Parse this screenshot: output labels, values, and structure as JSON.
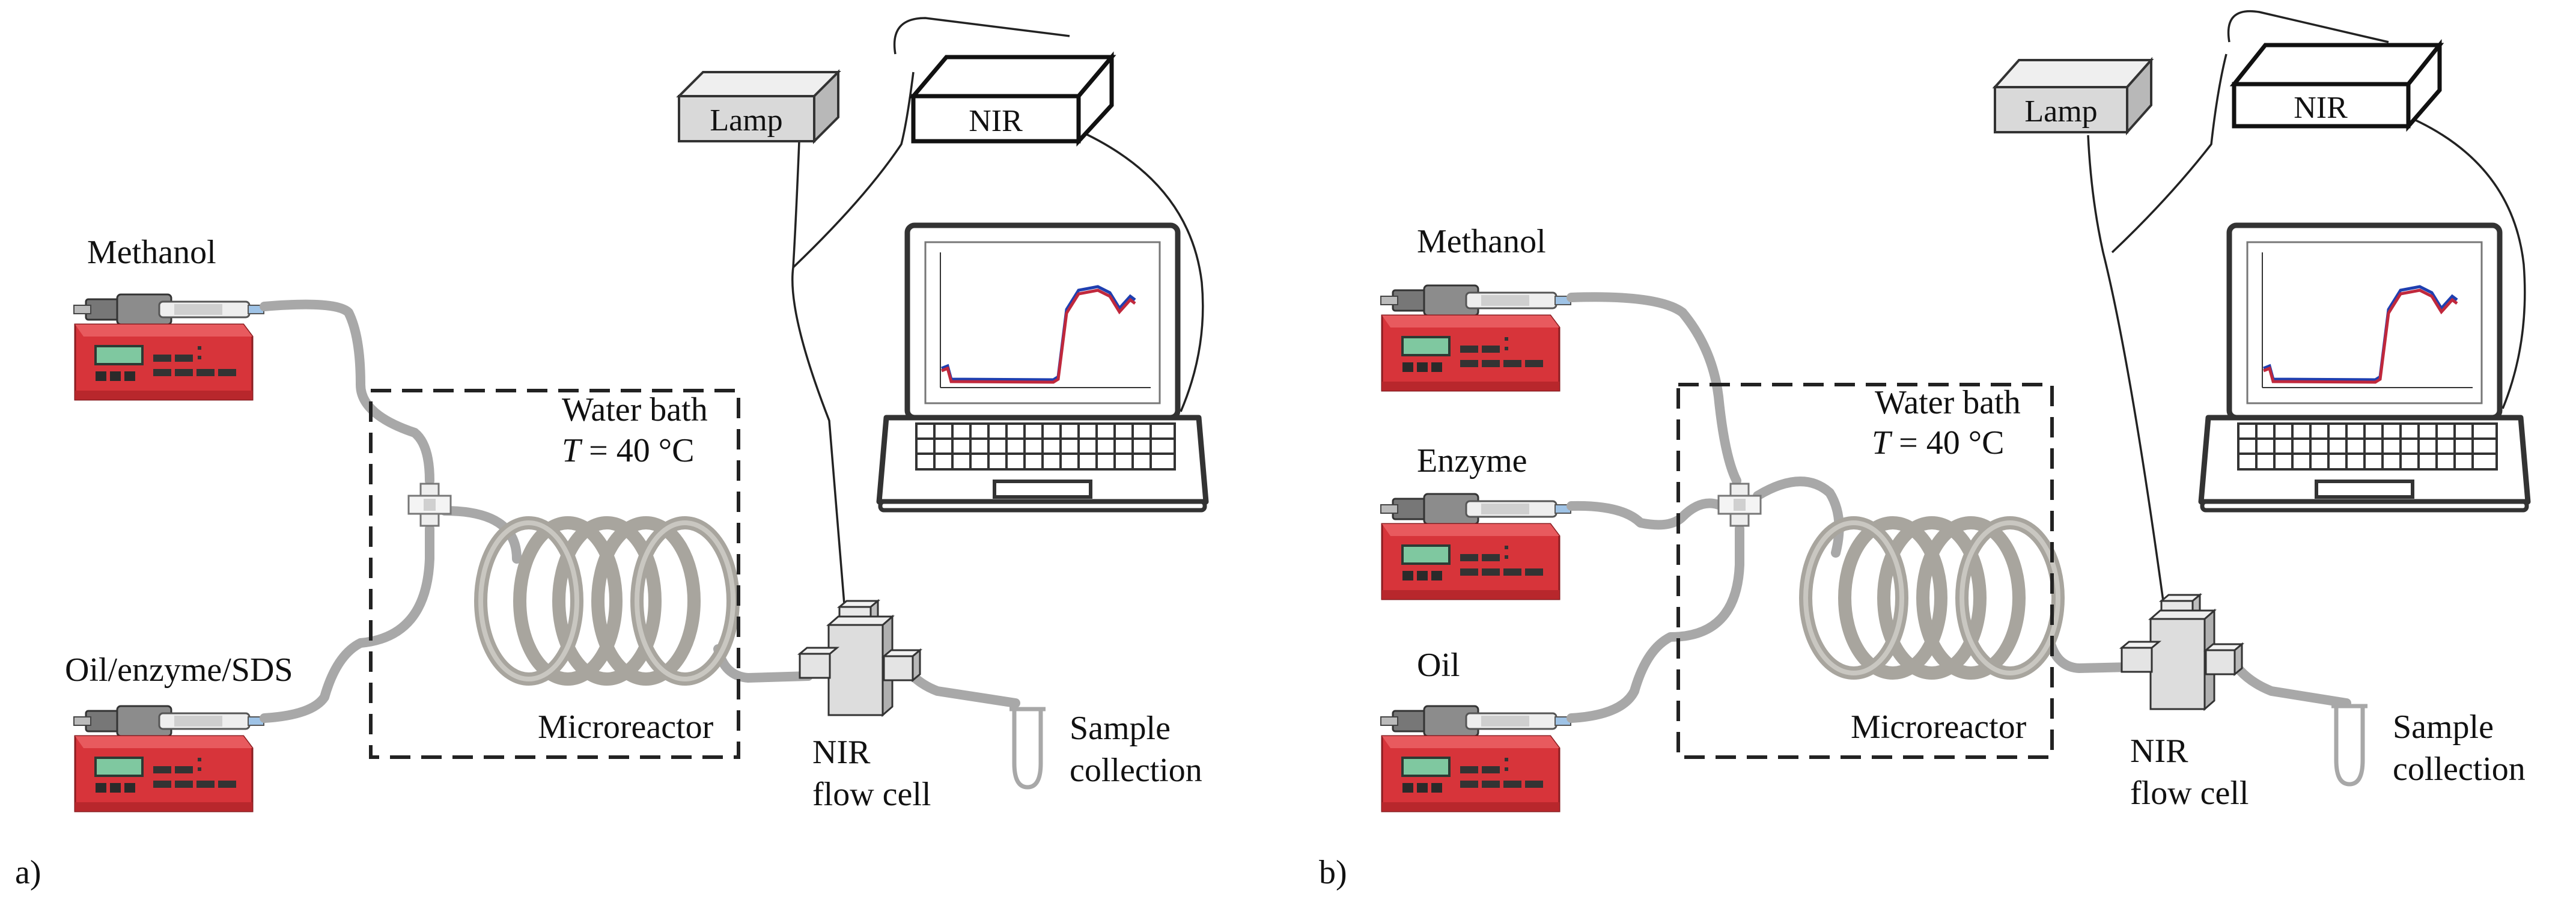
{
  "panels": [
    {
      "id": "a",
      "panel_label": "a)",
      "reagents": [
        "Methanol",
        "Oil/enzyme/SDS"
      ],
      "water_bath": "Water bath",
      "temperature": {
        "var": "T",
        "rest": " = 40 °C"
      },
      "microreactor": "Microreactor",
      "lamp": "Lamp",
      "nir": "NIR",
      "flow_cell": [
        "NIR",
        "flow cell"
      ],
      "sample": [
        "Sample",
        "collection"
      ]
    },
    {
      "id": "b",
      "panel_label": "b)",
      "reagents": [
        "Methanol",
        "Enzyme",
        "Oil"
      ],
      "water_bath": "Water bath",
      "temperature": {
        "var": "T",
        "rest": " = 40 °C"
      },
      "microreactor": "Microreactor",
      "lamp": "Lamp",
      "nir": "NIR",
      "flow_cell": [
        "NIR",
        "flow cell"
      ],
      "sample": [
        "Sample",
        "collection"
      ]
    }
  ],
  "colors": {
    "pump_body": "#d7343a",
    "pump_display": "#7fc8a0",
    "tubing": "#a8a8a8",
    "coil": "#a8a59e",
    "lamp_box": "#d9d9d9",
    "spectrum_blue": "#1f3fb0",
    "spectrum_red": "#c0283c"
  },
  "icons": [
    "syringe-pump-icon",
    "t-connector-icon",
    "coil-icon",
    "flow-cell-icon",
    "lamp-icon",
    "nir-spectrometer-icon",
    "laptop-icon",
    "sample-tube-icon"
  ]
}
